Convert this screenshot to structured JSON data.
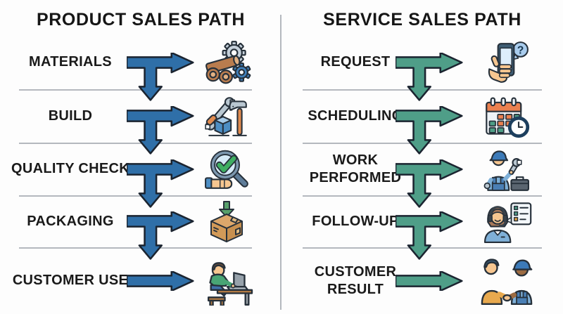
{
  "diagram": {
    "divider_color": "#b4b8be",
    "text_color": "#1a1a1a",
    "background": "#fdfdfd"
  },
  "columns": [
    {
      "id": "product",
      "title": "PRODUCT SALES PATH",
      "arrow_color": "#2f6fa8",
      "arrow_outline": "#1b2430",
      "steps": [
        {
          "label": "MATERIALS",
          "icon": "materials-logs-gears-icon"
        },
        {
          "label": "BUILD",
          "icon": "build-tools-icon"
        },
        {
          "label": "QUALITY CHECK",
          "icon": "quality-magnifier-check-icon"
        },
        {
          "label": "PACKAGING",
          "icon": "packaging-box-icon"
        },
        {
          "label": "CUSTOMER USE",
          "icon": "customer-laptop-icon"
        }
      ]
    },
    {
      "id": "service",
      "title": "SERVICE SALES PATH",
      "arrow_color": "#4f9e88",
      "arrow_outline": "#1b2430",
      "steps": [
        {
          "label": "REQUEST",
          "icon": "phone-question-icon"
        },
        {
          "label": "SCHEDULING",
          "icon": "calendar-clock-icon"
        },
        {
          "label": "WORK PERFORMED",
          "icon": "technician-wrench-icon"
        },
        {
          "label": "FOLLOW-UP",
          "icon": "support-agent-checklist-icon"
        },
        {
          "label": "CUSTOMER RESULT",
          "icon": "handshake-icon"
        }
      ]
    }
  ]
}
